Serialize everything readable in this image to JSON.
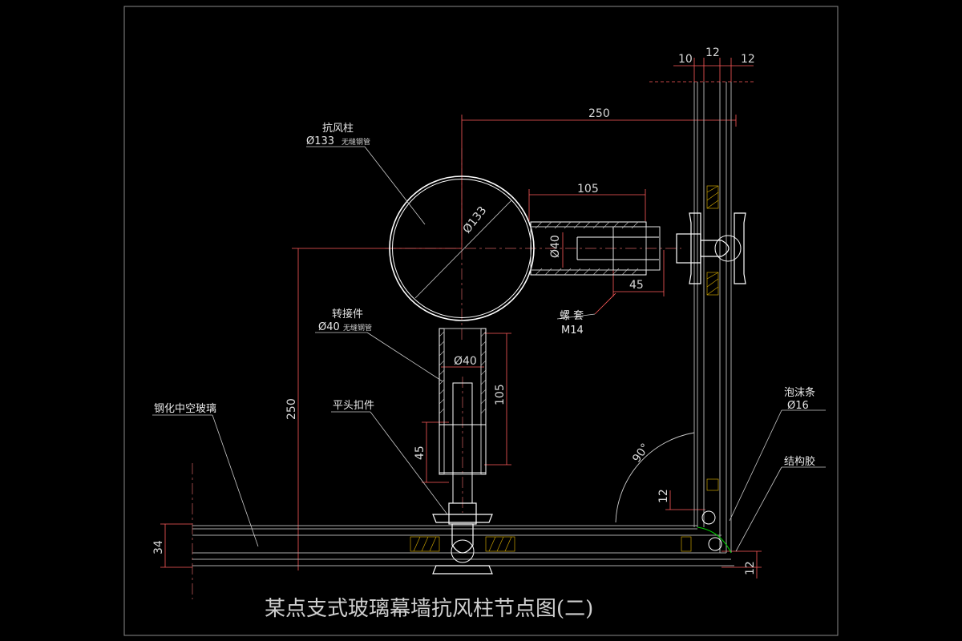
{
  "title": "某点支式玻璃幕墙抗风柱节点图(二)",
  "colors": {
    "background": "#000000",
    "frame": "#8a8a8a",
    "geometry": "#ffffff",
    "dimension": "#ff5a5a",
    "leader": "#c8c8c8",
    "center_line": "#d06060",
    "glass": "#aaaaaa",
    "green_detail": "#00d000",
    "sealant_fill": "#c8a000"
  },
  "labels": {
    "column": "抗风柱",
    "column_spec": "Ø133",
    "column_material": "无缝钢管",
    "adapter": "转接件",
    "adapter_spec": "Ø40",
    "adapter_material": "无缝钢管",
    "glass": "钢化中空玻璃",
    "flat_head": "平头扣件",
    "foam": "泡沫条",
    "foam_spec": "Ø16",
    "sealant": "结构胶",
    "nut": "螺 套",
    "nut_spec": "M14"
  },
  "dimensions": {
    "top_10": "10",
    "top_12a": "12",
    "top_12b": "12",
    "d250_h": "250",
    "d105_h": "105",
    "d45_h": "45",
    "d40_h": "Ø40",
    "d133": "Ø133",
    "d40_v": "Ø40",
    "d105_v": "105",
    "d45_v": "45",
    "d250_v": "250",
    "angle": "90°",
    "d12_side": "12",
    "d34": "34",
    "d12_bottom": "12"
  }
}
